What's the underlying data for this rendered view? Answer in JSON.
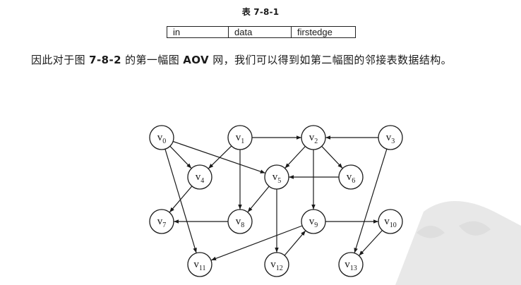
{
  "caption": "表 7-8-1",
  "table": {
    "cells": [
      "in",
      "data",
      "firstedge"
    ]
  },
  "paragraph": {
    "part1": "因此对于图 ",
    "figure_ref": "7-8-2",
    "part2": " 的第一幅图 ",
    "term": "AOV",
    "part3": " 网，我们可以得到如第二幅图的邻接表数据结构。"
  },
  "graph": {
    "nodes": [
      {
        "id": 0,
        "base": "v",
        "sub": "0"
      },
      {
        "id": 1,
        "base": "v",
        "sub": "1"
      },
      {
        "id": 2,
        "base": "v",
        "sub": "2"
      },
      {
        "id": 3,
        "base": "v",
        "sub": "3"
      },
      {
        "id": 4,
        "base": "v",
        "sub": "4"
      },
      {
        "id": 5,
        "base": "v",
        "sub": "5"
      },
      {
        "id": 6,
        "base": "v",
        "sub": "6"
      },
      {
        "id": 7,
        "base": "v",
        "sub": "7"
      },
      {
        "id": 8,
        "base": "v",
        "sub": "8"
      },
      {
        "id": 9,
        "base": "v",
        "sub": "9"
      },
      {
        "id": 10,
        "base": "v",
        "sub": "10"
      },
      {
        "id": 11,
        "base": "v",
        "sub": "11"
      },
      {
        "id": 12,
        "base": "v",
        "sub": "12"
      },
      {
        "id": 13,
        "base": "v",
        "sub": "13"
      }
    ],
    "edges": [
      {
        "from": 0,
        "to": 4
      },
      {
        "from": 0,
        "to": 5
      },
      {
        "from": 0,
        "to": 11
      },
      {
        "from": 1,
        "to": 4
      },
      {
        "from": 1,
        "to": 8
      },
      {
        "from": 1,
        "to": 2
      },
      {
        "from": 2,
        "to": 5
      },
      {
        "from": 2,
        "to": 6
      },
      {
        "from": 2,
        "to": 9
      },
      {
        "from": 3,
        "to": 2
      },
      {
        "from": 3,
        "to": 13
      },
      {
        "from": 4,
        "to": 7
      },
      {
        "from": 5,
        "to": 8
      },
      {
        "from": 5,
        "to": 12
      },
      {
        "from": 6,
        "to": 5
      },
      {
        "from": 8,
        "to": 7
      },
      {
        "from": 9,
        "to": 10
      },
      {
        "from": 9,
        "to": 11
      },
      {
        "from": 10,
        "to": 13
      },
      {
        "from": 12,
        "to": 9
      }
    ]
  }
}
